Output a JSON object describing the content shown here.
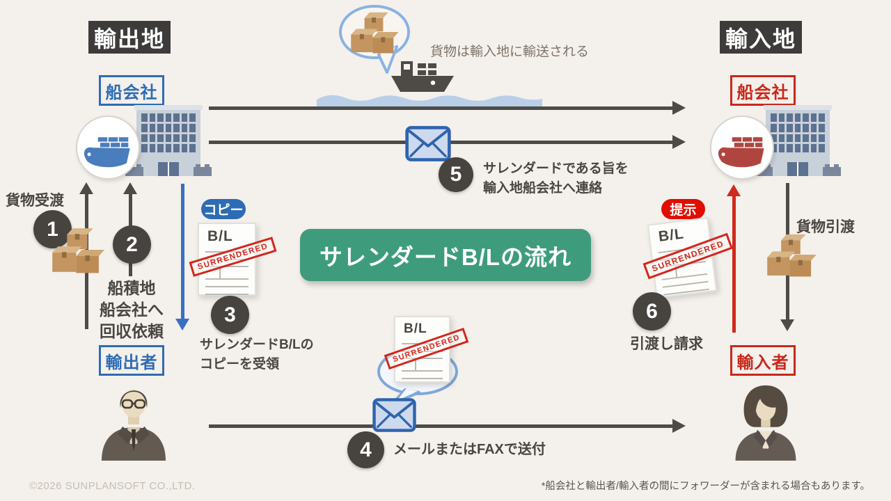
{
  "title": "サレンダードB/Lの流れ",
  "regions": {
    "export": "輸出地",
    "import": "輸入地"
  },
  "labels": {
    "ship_company_left": "船会社",
    "ship_company_right": "船会社",
    "exporter": "輸出者",
    "importer": "輸入者",
    "copy_badge": "コピー",
    "present_badge": "提示",
    "cargo_delivery": "貨物引渡",
    "ship_caption": "貨物は輸入地に輸送される"
  },
  "steps": {
    "s1": {
      "num": "1",
      "label": "貨物受渡"
    },
    "s2": {
      "num": "2",
      "line1": "船積地",
      "line2": "船会社へ",
      "line3": "回収依頼"
    },
    "s3": {
      "num": "3",
      "line1": "サレンダードB/Lの",
      "line2": "コピーを受領"
    },
    "s4": {
      "num": "4",
      "label": "メールまたはFAXで送付"
    },
    "s5": {
      "num": "5",
      "line1": "サレンダードである旨を",
      "line2": "輸入地船会社へ連絡"
    },
    "s6": {
      "num": "6",
      "label": "引渡し請求"
    }
  },
  "document": {
    "title": "B/L",
    "stamp": "SURRENDERED"
  },
  "footer": {
    "copyright": "©2026 SUNPLANSOFT CO.,LTD.",
    "note": "*船会社と輸出者/輸入者の間にフォワーダーが含まれる場合もあります。"
  },
  "colors": {
    "background": "#f4f0ec",
    "badge_dark": "#3d3c3a",
    "accent_blue": "#2d6cb5",
    "accent_red": "#c9281a",
    "badge_red": "#e00d00",
    "stamp_red": "#d3261c",
    "title_green": "#3e9c7c",
    "arrow_dark": "#4d4b48",
    "arrow_blue": "#3a70c2",
    "arrow_red": "#cf2a1b",
    "water": "#b9cfe7",
    "ship_blue": "#4a7dbd",
    "ship_red": "#b04540",
    "box_tan": "#c49560"
  }
}
